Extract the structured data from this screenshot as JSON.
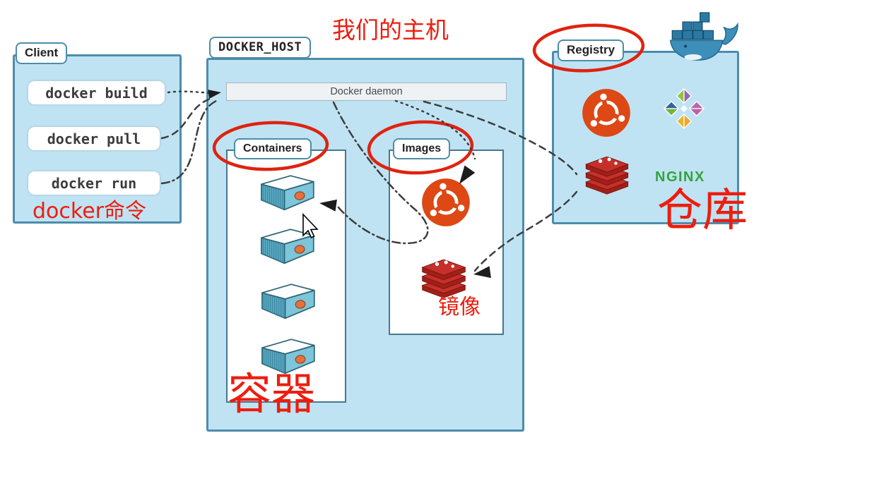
{
  "client": {
    "title": "Client",
    "commands": [
      "docker build",
      "docker pull",
      "docker run"
    ],
    "annotation": "docker命令"
  },
  "host": {
    "title": "DOCKER_HOST",
    "daemon_label": "Docker daemon",
    "annotation": "我们的主机",
    "containers": {
      "title": "Containers",
      "annotation": "容器",
      "container_count": 4
    },
    "images": {
      "title": "Images",
      "annotation": "镜像",
      "logos": [
        "ubuntu",
        "redis"
      ]
    }
  },
  "registry": {
    "title": "Registry",
    "annotation": "仓库",
    "logos": [
      "ubuntu",
      "centos",
      "redis",
      "nginx"
    ],
    "nginx_label": "NGINX"
  },
  "colors": {
    "annotation_red": "#ee1d0e",
    "circle_red": "#e0220f",
    "panel_fill": "#bfe3f3",
    "panel_border": "#4d8cab",
    "connector_gray": "#3d3d3d",
    "ubuntu_orange": "#dd4814",
    "redis_red": "#c6302b",
    "nginx_green": "#35a43a",
    "whale_blue": "#3d8fba"
  }
}
